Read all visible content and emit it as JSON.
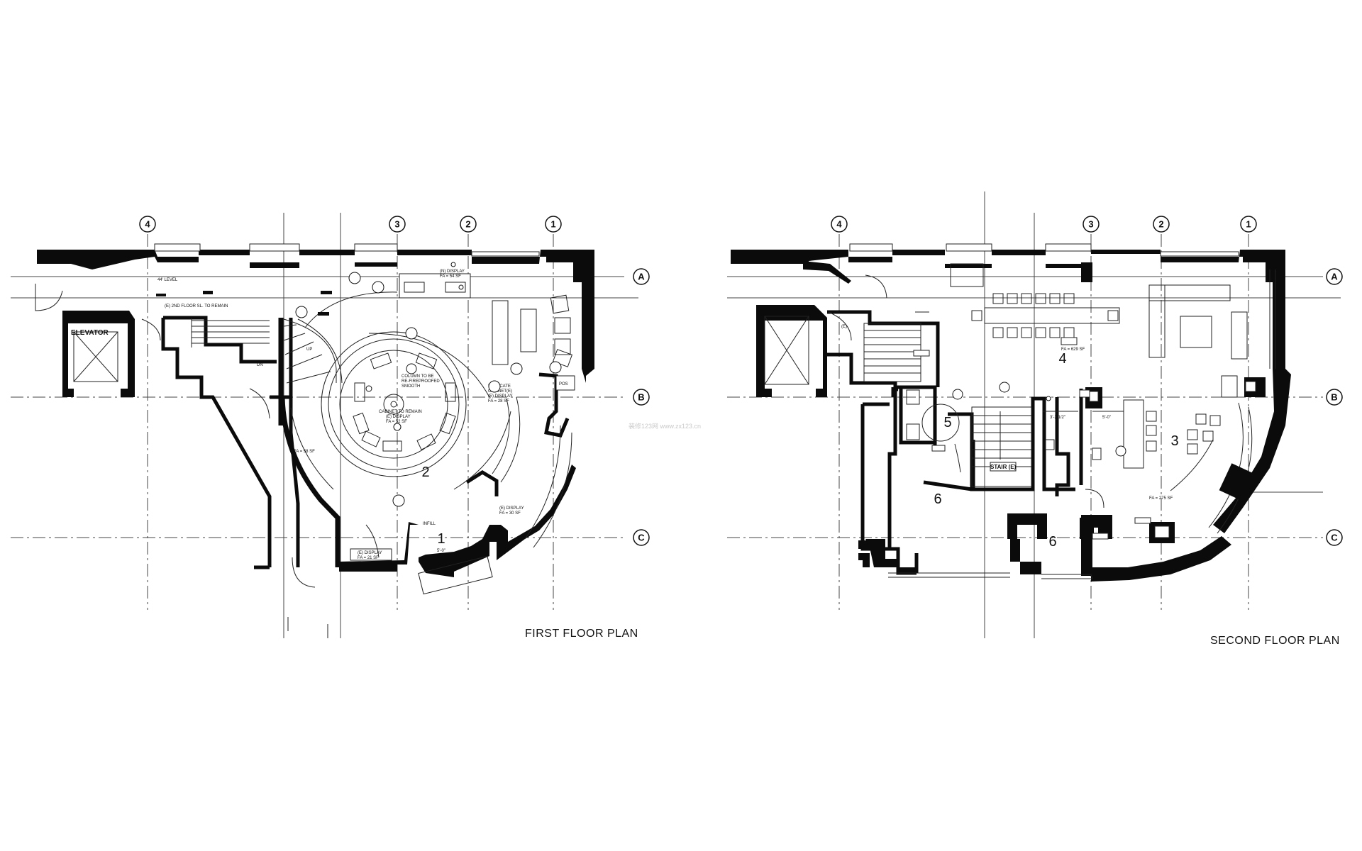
{
  "plans": [
    {
      "title": "FIRST FLOOR PLAN",
      "column_bubbles": [
        "4",
        "3",
        "2",
        "1"
      ],
      "row_bubbles": [
        "A",
        "B",
        "C"
      ],
      "room_numbers": [
        "2",
        "1"
      ],
      "labels": {
        "elevator": "ELEVATOR",
        "up": "UP",
        "dn": "DN",
        "level": "44' LEVEL",
        "floor_note": "(E) 2ND FLOOR SL. TO REMAIN",
        "display_n": "(N) DISPLAY",
        "display_n_fa": "FA = 54 SF",
        "column_note_1": "COLUMN TO BE",
        "column_note_2": "RE-FIREPROOFED",
        "column_note_3": "SMOOTH",
        "cabinet_1": "CABINET TO REMAIN",
        "cabinet_2": "(E) DISPLAY",
        "cabinet_3": "FA = 52 SF",
        "relocate_1": "RELOCATE",
        "relocate_2": "CABINET(E)",
        "relocate_3": "(E) DISPLAY",
        "relocate_4": "FA = 28 SF",
        "fa_left": "FA = 58 SF",
        "pos": "POS",
        "display_right_1": "(E) DISPLAY",
        "display_right_2": "FA = 30 SF",
        "display_bottom_1": "(E) DISPLAY",
        "display_bottom_2": "FA = 21 SF",
        "infill": "INFILL",
        "dim": "5'-0\""
      }
    },
    {
      "title": "SECOND FLOOR PLAN",
      "column_bubbles": [
        "4",
        "3",
        "2",
        "1"
      ],
      "row_bubbles": [
        "A",
        "B",
        "C"
      ],
      "room_numbers": [
        "4",
        "5",
        "3",
        "6",
        "6"
      ],
      "labels": {
        "stair": "STAIR (E)",
        "fa_4": "FA = 629 SF",
        "fa_3": "FA = 275 SF",
        "dim_1": "3'-2 1/2\"",
        "dim_2": "5'-0\"",
        "e_mark": "(E)"
      }
    }
  ],
  "watermark": "装修123网 www.zx123.cn"
}
